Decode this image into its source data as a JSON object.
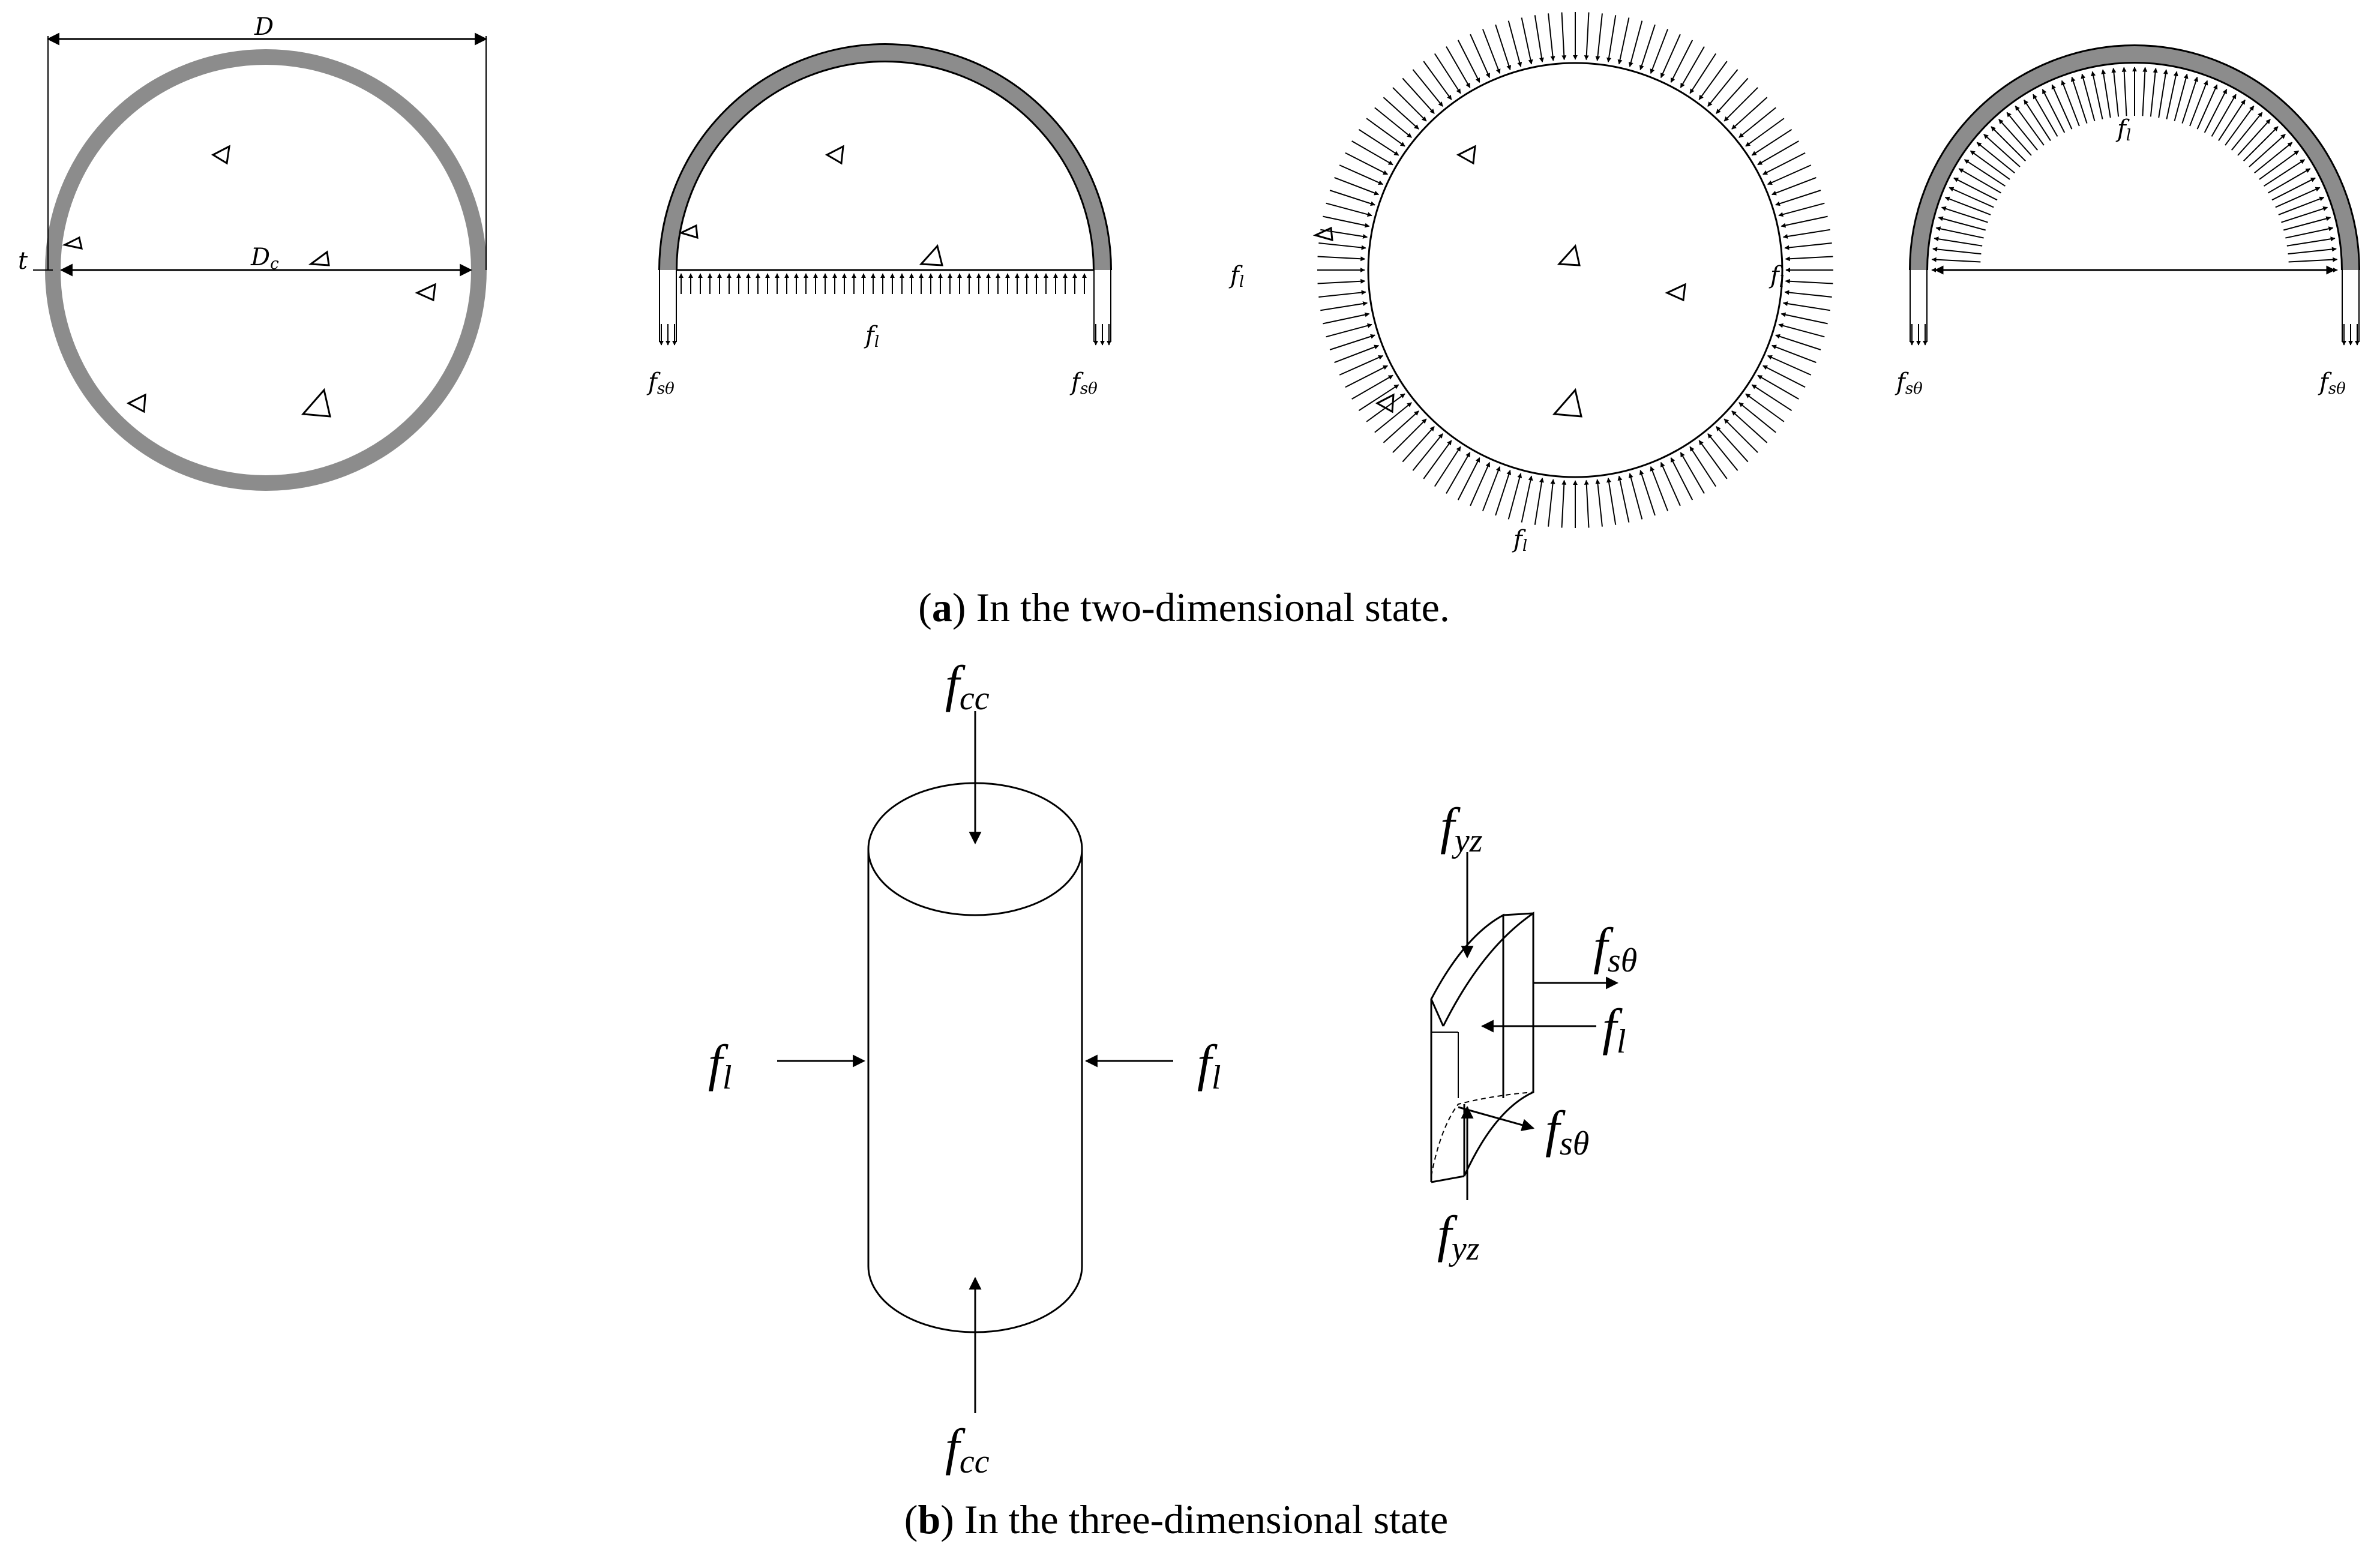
{
  "panel_a": {
    "caption_letter": "a",
    "caption_text": ") In the two-dimensional state.",
    "caption_open": "(",
    "fig1": {
      "D": "D",
      "Dc": "D",
      "Dc_sub": "c",
      "t": "t"
    },
    "fig2": {
      "fl": "f",
      "fl_sub": "l",
      "fs_left": "f",
      "fs_left_sub": "sθ",
      "fs_right": "f",
      "fs_right_sub": "sθ"
    },
    "fig3": {
      "fl_left": "f",
      "fl_left_sub": "l",
      "fl_right": "f",
      "fl_right_sub": "l",
      "fl_bottom": "f",
      "fl_bottom_sub": "l"
    },
    "fig4": {
      "fl": "f",
      "fl_sub": "l",
      "fs_left": "f",
      "fs_left_sub": "sθ",
      "fs_right": "f",
      "fs_right_sub": "sθ"
    }
  },
  "panel_b": {
    "caption_letter": "b",
    "caption_text": ") In the three-dimensional state",
    "caption_open": "(",
    "cylinder": {
      "fcc_top": "f",
      "fcc_top_sub": "cc",
      "fcc_bottom": "f",
      "fcc_bottom_sub": "cc",
      "fl_left": "f",
      "fl_left_sub": "l",
      "fl_right": "f",
      "fl_right_sub": "l"
    },
    "element": {
      "fyz_top": "f",
      "fyz_top_sub": "yz",
      "fs_top": "f",
      "fs_top_sub": "sθ",
      "fl": "f",
      "fl_sub": "l",
      "fs_bottom": "f",
      "fs_bottom_sub": "sθ",
      "fyz_bottom": "f",
      "fyz_bottom_sub": "yz"
    }
  },
  "colors": {
    "tube": "#8c8c8c",
    "line": "#000000"
  }
}
